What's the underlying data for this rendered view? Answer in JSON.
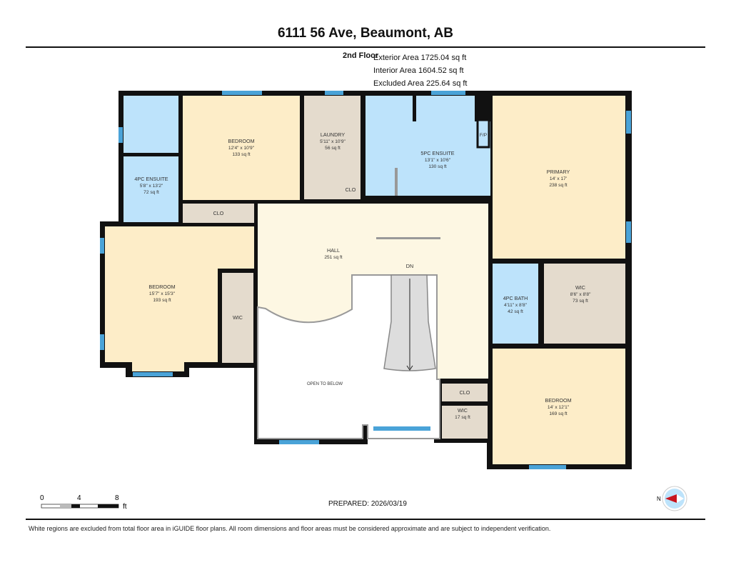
{
  "header": {
    "title": "6111 56 Ave, Beaumont, AB"
  },
  "floor": {
    "label": "2nd Floor",
    "exterior_area": "Exterior Area 1725.04 sq ft",
    "interior_area": "Interior Area 1604.52 sq ft",
    "excluded_area": "Excluded Area 225.64 sq ft"
  },
  "rooms": {
    "bedroom_top": {
      "name": "BEDROOM",
      "dims": "12'4\" x 10'9\"",
      "area": "133 sq ft"
    },
    "laundry": {
      "name": "LAUNDRY",
      "dims": "5'11\" x 10'9\"",
      "area": "56 sq ft"
    },
    "ensuite5": {
      "name": "5PC ENSUITE",
      "dims": "13'1\" x 10'6\"",
      "area": "130 sq ft"
    },
    "fp": {
      "name": "F/P"
    },
    "primary": {
      "name": "PRIMARY",
      "dims": "14' x 17'",
      "area": "238 sq ft"
    },
    "ensuite4": {
      "name": "4PC ENSUITE",
      "dims": "5'8\" x 13'2\"",
      "area": "72 sq ft"
    },
    "clo_top": {
      "name": "CLO"
    },
    "clo_laundry": {
      "name": "CLO"
    },
    "hall": {
      "name": "HALL",
      "area": "251 sq ft"
    },
    "stairs": {
      "name": "DN"
    },
    "bedroom_left": {
      "name": "BEDROOM",
      "dims": "15'7\" x 15'3\"",
      "area": "193 sq ft"
    },
    "wic_left": {
      "name": "WIC"
    },
    "open_below": {
      "name": "OPEN TO BELOW"
    },
    "bath4": {
      "name": "4PC BATH",
      "dims": "4'11\" x 8'8\"",
      "area": "42 sq ft"
    },
    "wic_primary": {
      "name": "WIC",
      "dims": "8'6\" x 8'8\"",
      "area": "73 sq ft"
    },
    "bedroom_right": {
      "name": "BEDROOM",
      "dims": "14' x 12'1\"",
      "area": "169 sq ft"
    },
    "clo_hall": {
      "name": "CLO"
    },
    "wic_small": {
      "name": "WIC",
      "area": "17 sq ft"
    }
  },
  "scale": {
    "t0": "0",
    "t4": "4",
    "t8": "8",
    "unit": "ft"
  },
  "compass": {
    "label": "N"
  },
  "footer": {
    "prepared": "PREPARED: 2026/03/19",
    "disclaimer": "White regions are excluded from total floor area in iGUIDE floor plans. All room dimensions and floor areas must be considered approximate and are subject to independent verification."
  },
  "colors": {
    "bedroom": "#fdedc8",
    "bath": "#bde3fb",
    "closet": "#e4dbcd",
    "hall": "#fdf7e3",
    "wall": "#111111",
    "window": "#4aa3d8"
  }
}
